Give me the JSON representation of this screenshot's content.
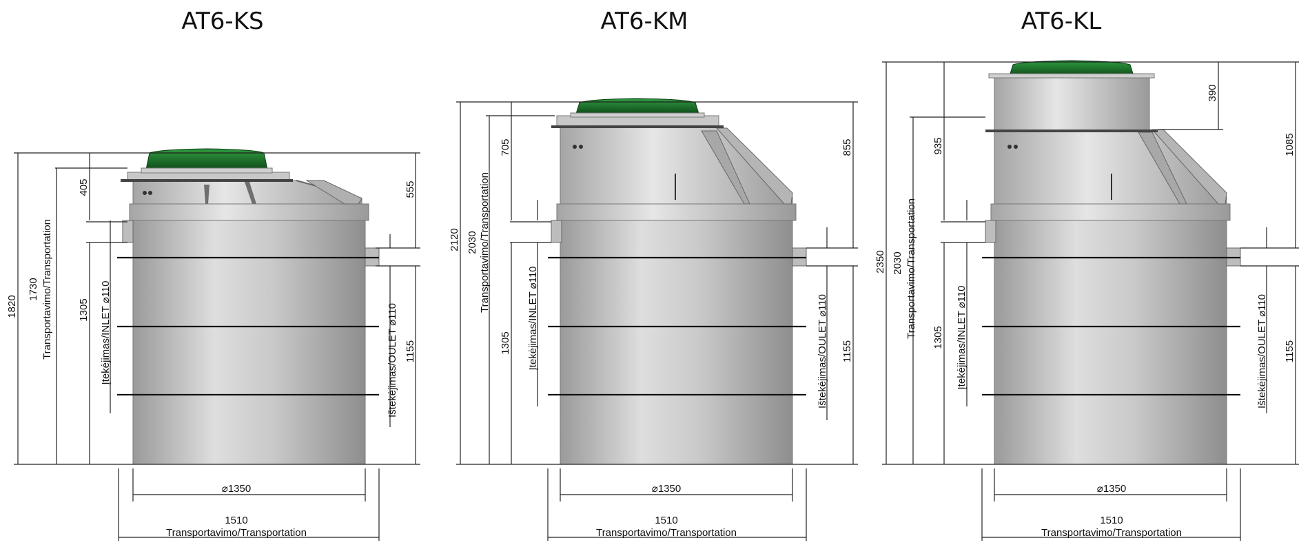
{
  "figures": [
    {
      "title": "AT6-KS",
      "dims": {
        "d1820": "1820",
        "d1730": "1730",
        "transport_v": "Transportavimo/Transportation",
        "d405": "405",
        "d1305": "1305",
        "inlet": "Įtekėjimas/INLET ⌀110",
        "d555": "555",
        "outlet": "Ištekėjimas/OULET ⌀110",
        "d1155": "1155",
        "diam": "⌀1350",
        "d1510": "1510",
        "transport_h": "Transportavimo/Transportation"
      }
    },
    {
      "title": "AT6-KM",
      "dims": {
        "d2120": "2120",
        "d2030": "2030",
        "transport_v": "Transportavimo/Transportation",
        "d705": "705",
        "d1305": "1305",
        "inlet": "Įtekėjimas/INLET ⌀110",
        "d855": "855",
        "outlet": "Ištekėjimas/OULET ⌀110",
        "d1155": "1155",
        "diam": "⌀1350",
        "d1510": "1510",
        "transport_h": "Transportavimo/Transportation"
      }
    },
    {
      "title": "AT6-KL",
      "dims": {
        "d2350": "2350",
        "d2030": "2030",
        "transport_v": "Transportavimo/Transportation",
        "d935": "935",
        "d1305": "1305",
        "inlet": "Įtekėjimas/INLET ⌀110",
        "d390": "390",
        "d1085": "1085",
        "outlet": "Ištekėjimas/OULET ⌀110",
        "d1155": "1155",
        "diam": "⌀1350",
        "d1510": "1510",
        "transport_h": "Transportavimo/Transportation"
      }
    }
  ],
  "colors": {
    "tank_light": "#d9d9d9",
    "tank_mid": "#b9b9b9",
    "tank_dark": "#8f8f8f",
    "lid_green": "#1f7a2e",
    "lid_dark": "#0f4d1a"
  }
}
